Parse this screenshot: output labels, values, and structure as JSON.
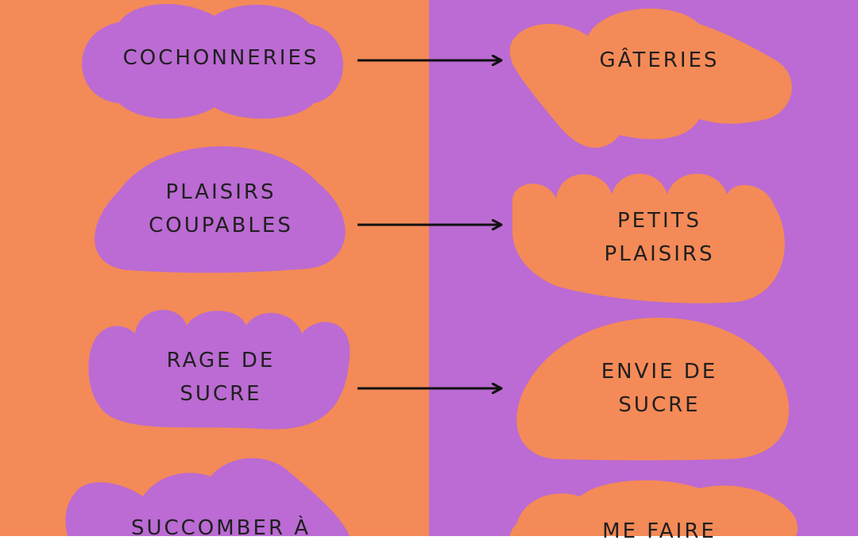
{
  "colors": {
    "orange": "#f48a57",
    "purple": "#bb6bd3",
    "ink": "#111111"
  },
  "left_terms": [
    {
      "line1": "COCHONNERIES",
      "line2": ""
    },
    {
      "line1": "PLAISIRS",
      "line2": "COUPABLES"
    },
    {
      "line1": "RAGE DE",
      "line2": "SUCRE"
    },
    {
      "line1": "SUCCOMBER À",
      "line2": ""
    }
  ],
  "right_terms": [
    {
      "line1": "GÂTERIES",
      "line2": ""
    },
    {
      "line1": "PETITS",
      "line2": "PLAISIRS"
    },
    {
      "line1": "ENVIE DE",
      "line2": "SUCRE"
    },
    {
      "line1": "ME FAIRE",
      "line2": ""
    }
  ]
}
